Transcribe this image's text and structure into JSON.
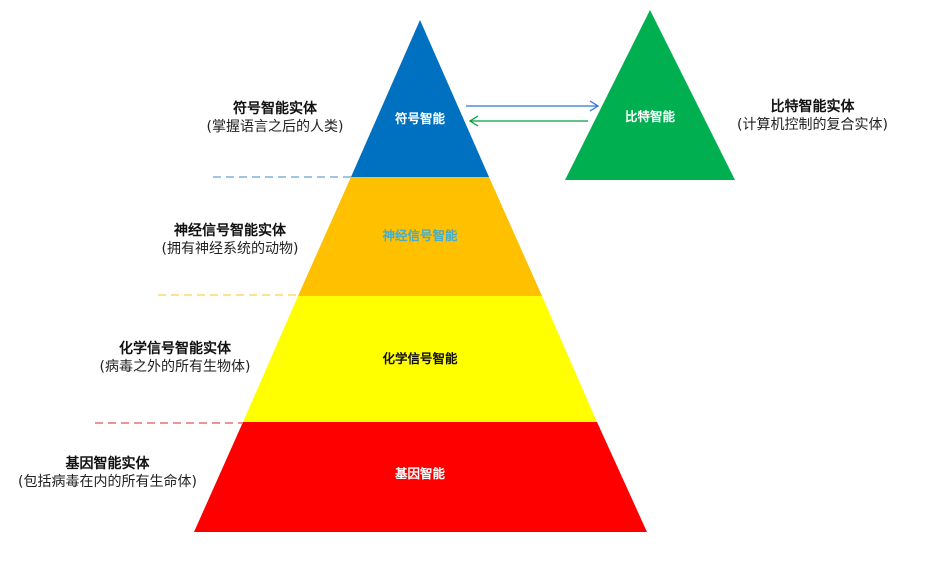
{
  "pyramid": {
    "layers": [
      {
        "inner_label": "符号智能",
        "title": "符号智能实体",
        "subtitle": "(掌握语言之后的人类)",
        "color": "#0070c0",
        "text_color": "#ffffff",
        "dash_color": "#7fb3d9"
      },
      {
        "inner_label": "神经信号智能",
        "title": "神经信号智能实体",
        "subtitle": "(拥有神经系统的动物)",
        "color": "#ffc000",
        "text_color": "#4bacc6",
        "dash_color": "#ffd966"
      },
      {
        "inner_label": "化学信号智能",
        "title": "化学信号智能实体",
        "subtitle": "(病毒之外的所有生物体)",
        "color": "#ffff00",
        "text_color": "#111111",
        "dash_color": "#e87070"
      },
      {
        "inner_label": "基因智能",
        "title": "基因智能实体",
        "subtitle": "(包括病毒在内的所有生命体)",
        "color": "#ff0000",
        "text_color": "#ffffff"
      }
    ]
  },
  "bit": {
    "inner_label": "比特智能",
    "title": "比特智能实体",
    "subtitle": "(计算机控制的复合实体)",
    "color": "#00b050"
  },
  "arrows": {
    "to_bit_color": "#2e75d6",
    "to_symbol_color": "#00a040"
  }
}
